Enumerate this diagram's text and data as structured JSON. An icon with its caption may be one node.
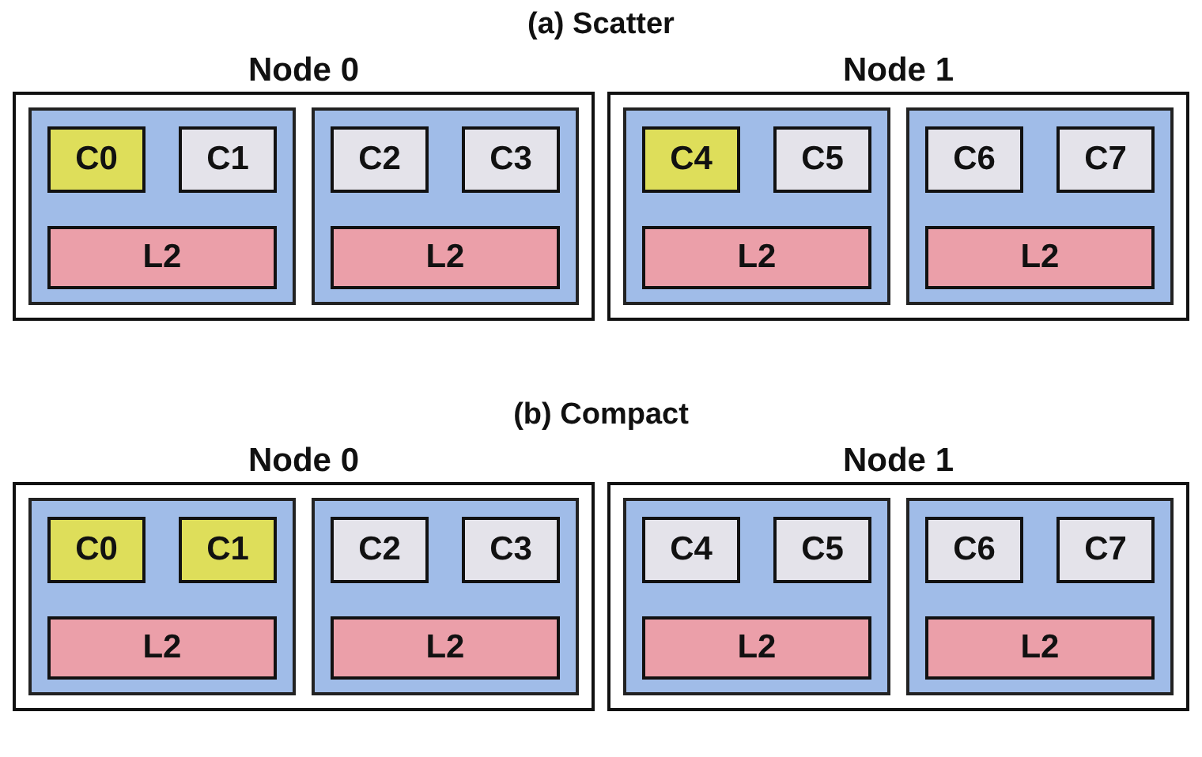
{
  "diagram": {
    "nodes": [
      {
        "text": [
          "Node 0"
        ]
      },
      {
        "text": [],
        "shape": "box",
        "in": 0
      },
      {
        "text": [
          "C0"
        ],
        "in": 1
      },
      {
        "text": [
          "C1"
        ],
        "in": 1
      },
      {
        "text": [
          "L2"
        ],
        "in": 1
      },
      {
        "text": [],
        "shape": "box",
        "in": 0
      },
      {
        "text": [
          "C2"
        ],
        "in": 5
      },
      {
        "text": [
          "C3"
        ],
        "in": 5
      },
      {
        "text": [
          "L2"
        ],
        "in": 5
      },
      {
        "text": [
          "Node 1"
        ]
      },
      {
        "text": [],
        "shape": "box",
        "in": 9
      },
      {
        "text": [
          "C4"
        ],
        "in": 10
      },
      {
        "text": [
          "C5"
        ],
        "in": 10
      },
      {
        "text": [
          "L2"
        ],
        "in": 10
      },
      {
        "text": [],
        "shape": "box",
        "in": 9
      },
      {
        "text": [
          "C6"
        ],
        "in": 14
      },
      {
        "text": [
          "C7"
        ],
        "in": 14
      },
      {
        "text": [
          "L2"
        ],
        "in": 14
      },
      {
        "text": [
          "Node 0"
        ]
      },
      {
        "text": [],
        "shape": "box",
        "in": 18
      },
      {
        "text": [
          "C0"
        ],
        "in": 19
      },
      {
        "text": [
          "C1"
        ],
        "in": 19
      },
      {
        "text": [
          "L2"
        ],
        "in": 19
      },
      {
        "text": [],
        "shape": "box",
        "in": 18
      },
      {
        "text": [
          "C2"
        ],
        "in": 23
      },
      {
        "text": [
          "C3"
        ],
        "in": 23
      },
      {
        "text": [
          "L2"
        ],
        "in": 23
      },
      {
        "text": [
          "Node 1"
        ]
      },
      {
        "text": [],
        "shape": "box",
        "in": 27
      },
      {
        "text": [
          "C4"
        ],
        "in": 28
      },
      {
        "text": [
          "C5"
        ],
        "in": 28
      },
      {
        "text": [
          "L2"
        ],
        "in": 28
      },
      {
        "text": [],
        "shape": "box",
        "in": 27
      },
      {
        "text": [
          "C6"
        ],
        "in": 32
      },
      {
        "text": [
          "C7"
        ],
        "in": 32
      },
      {
        "text": [
          "L2"
        ],
        "in": 32
      }
    ],
    "labels": [
      "(a) Scatter",
      "(b) Compact"
    ]
  }
}
